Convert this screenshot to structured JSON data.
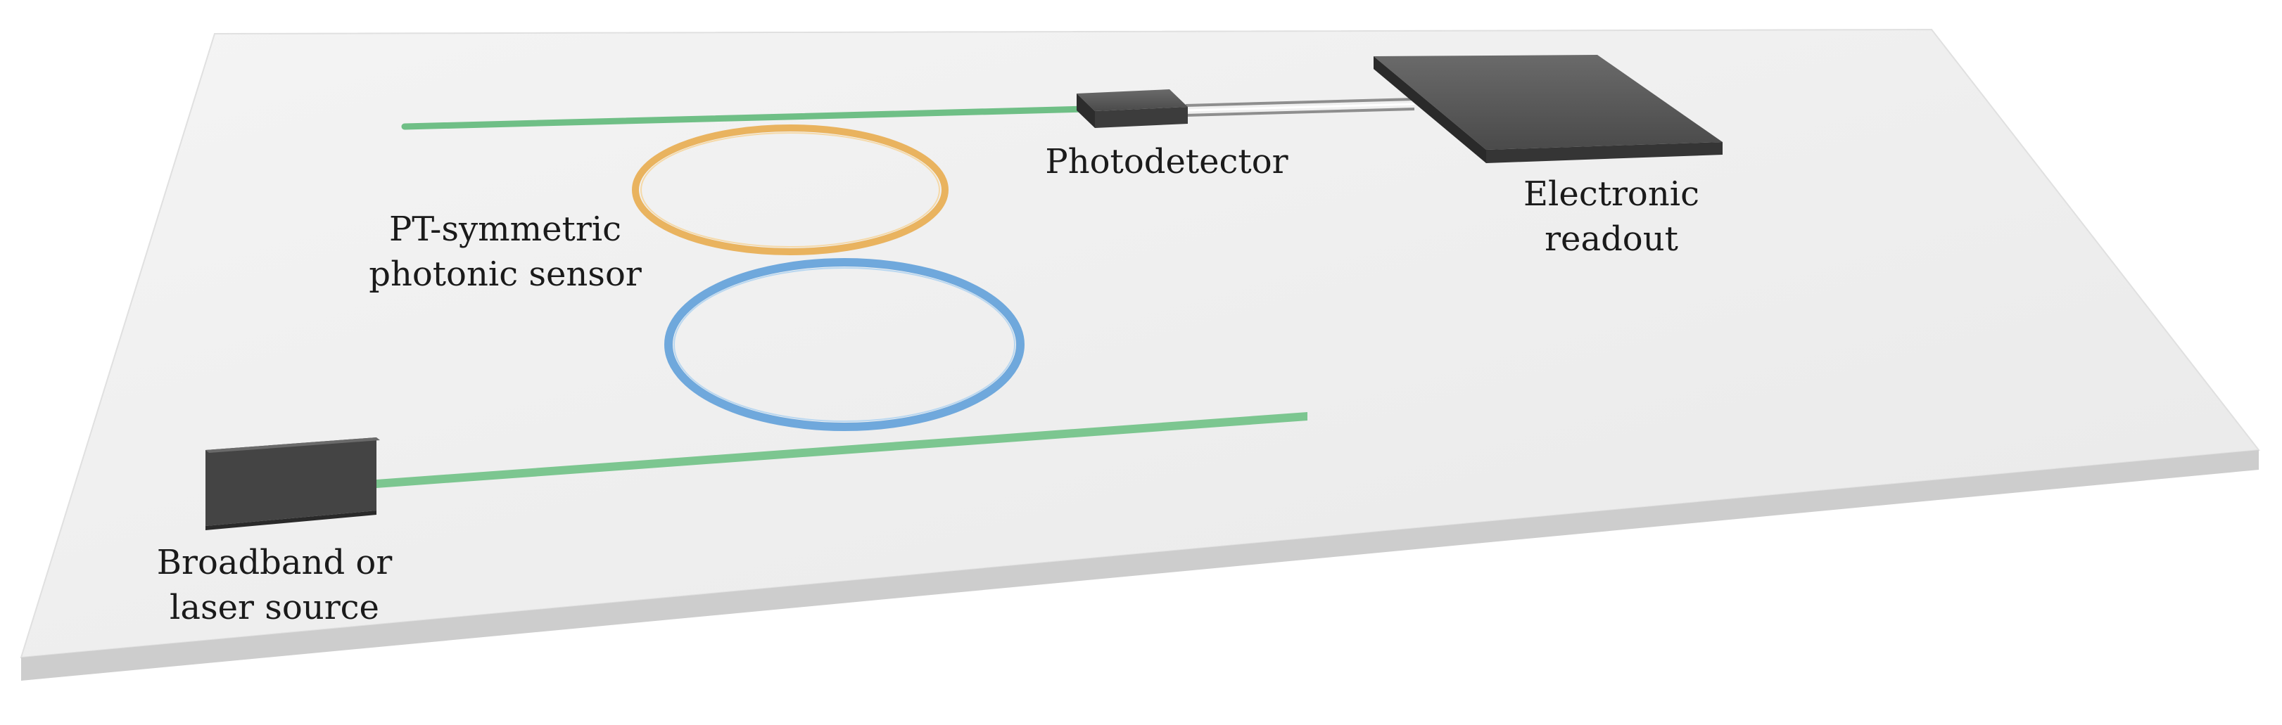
{
  "labels": {
    "photodetector": "Photodetector",
    "readout_line1": "Electronic",
    "readout_line2": "readout",
    "sensor_line1": "PT-symmetric",
    "sensor_line2": "photonic sensor",
    "source_line1": "Broadband or",
    "source_line2": "laser source"
  },
  "colors": {
    "chip_top": "#eeeeee",
    "chip_edge": "#cfcfcf",
    "waveguide": "#6fbf86",
    "ring_upper": "#e8b060",
    "ring_lower": "#6fa8dc",
    "device_top": "#5a5a5a",
    "device_side": "#3a3a3a",
    "wire": "#9a9a9a"
  }
}
